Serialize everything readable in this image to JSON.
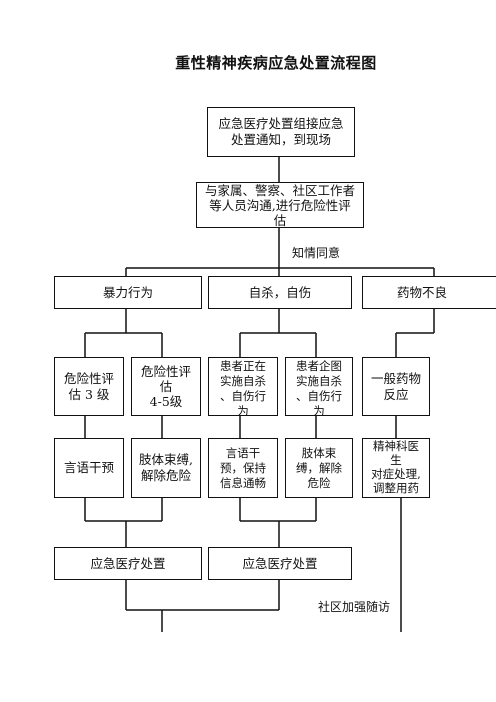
{
  "title": "重性精神疾病应急处置流程图",
  "nodes": {
    "start": "应急医疗处置组接应急\n处置通知，到现场",
    "communicate": "与家属、警察、社区工作者\n等人员沟通,进行危险性评\n估",
    "violence": "暴力行为",
    "selfharm": "自杀，自伤",
    "drug": "药物不良",
    "risk3": "危险性评\n估  3  级",
    "risk45": "危险性评\n估\n4-5级",
    "implementing": "患者正在\n实施自杀\n、自伤行\n为",
    "attempting": "患者企图\n实施自杀\n、自伤行\n为",
    "general_drug": "一般药物\n反应",
    "verbal": "言语干预",
    "restraint": "肢体束缚,\n解除危险",
    "verbal_keep": "言语干\n预，保持\n信息通畅",
    "restraint2": "肢体束\n缚，解除\n危险",
    "psychiatrist": "精神科医\n生\n对症处理,\n调整用药",
    "emergency1": "应急医疗处置",
    "emergency2": "应急医疗处置"
  },
  "labels": {
    "consent": "知情同意",
    "community": "社区加强随访"
  }
}
